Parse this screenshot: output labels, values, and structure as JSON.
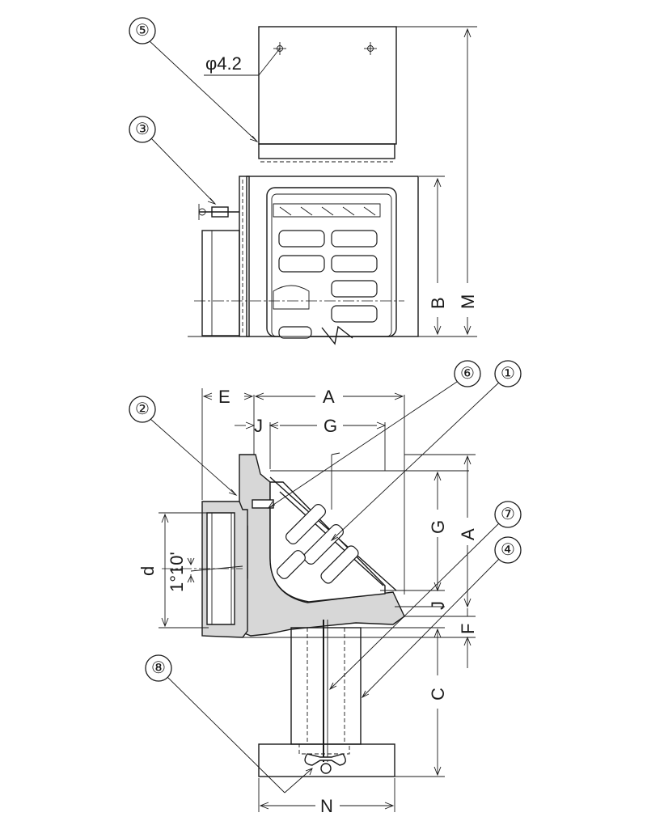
{
  "callouts": {
    "c1": "①",
    "c2": "②",
    "c3": "③",
    "c4": "④",
    "c5": "⑤",
    "c6": "⑥",
    "c7": "⑦",
    "c8": "⑧"
  },
  "dimensions": {
    "hole": "φ4.2",
    "A_top": "A",
    "A_side": "A",
    "B": "B",
    "M": "M",
    "E": "E",
    "J_top": "J",
    "J_side": "J",
    "G_top": "G",
    "G_side": "G",
    "F": "F",
    "C": "C",
    "N": "N",
    "d": "d",
    "slope": "1°10'"
  }
}
